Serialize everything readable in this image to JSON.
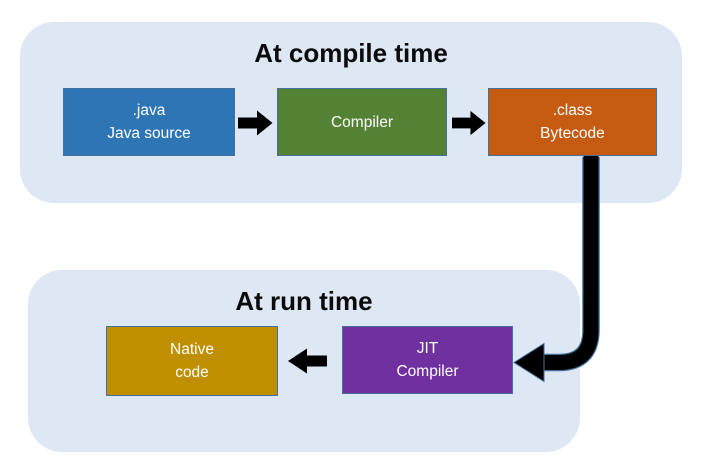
{
  "diagram": {
    "compile_panel": {
      "title": "At compile time",
      "boxes": [
        {
          "name": "java-source",
          "line1": ".java",
          "line2": "Java source",
          "fill": "#2E75B6"
        },
        {
          "name": "compiler",
          "line1": "Compiler",
          "fill": "#548235"
        },
        {
          "name": "class-bytecode",
          "line1": ".class",
          "line2": "Bytecode",
          "fill": "#C55A11"
        }
      ]
    },
    "run_panel": {
      "title": "At run time",
      "boxes": [
        {
          "name": "native-code",
          "line1": "Native",
          "line2": "code",
          "fill": "#BF8F00"
        },
        {
          "name": "jit-compiler",
          "line1": "JIT",
          "line2": "Compiler",
          "fill": "#7030A0"
        }
      ]
    },
    "arrows": [
      {
        "name": "java-to-compiler",
        "direction": "right"
      },
      {
        "name": "compiler-to-class",
        "direction": "right"
      },
      {
        "name": "class-to-jit",
        "direction": "down-left-curve"
      },
      {
        "name": "jit-to-native",
        "direction": "left"
      }
    ],
    "colors": {
      "panel_bg": "#DEE8F4",
      "box_border": "#41719C",
      "box_text": "#FFFFFF",
      "title_text": "#0B0B0B",
      "arrow_fill": "#000000",
      "arrow_outline": "#41719C",
      "page_bg": "#FFFFFF"
    }
  }
}
